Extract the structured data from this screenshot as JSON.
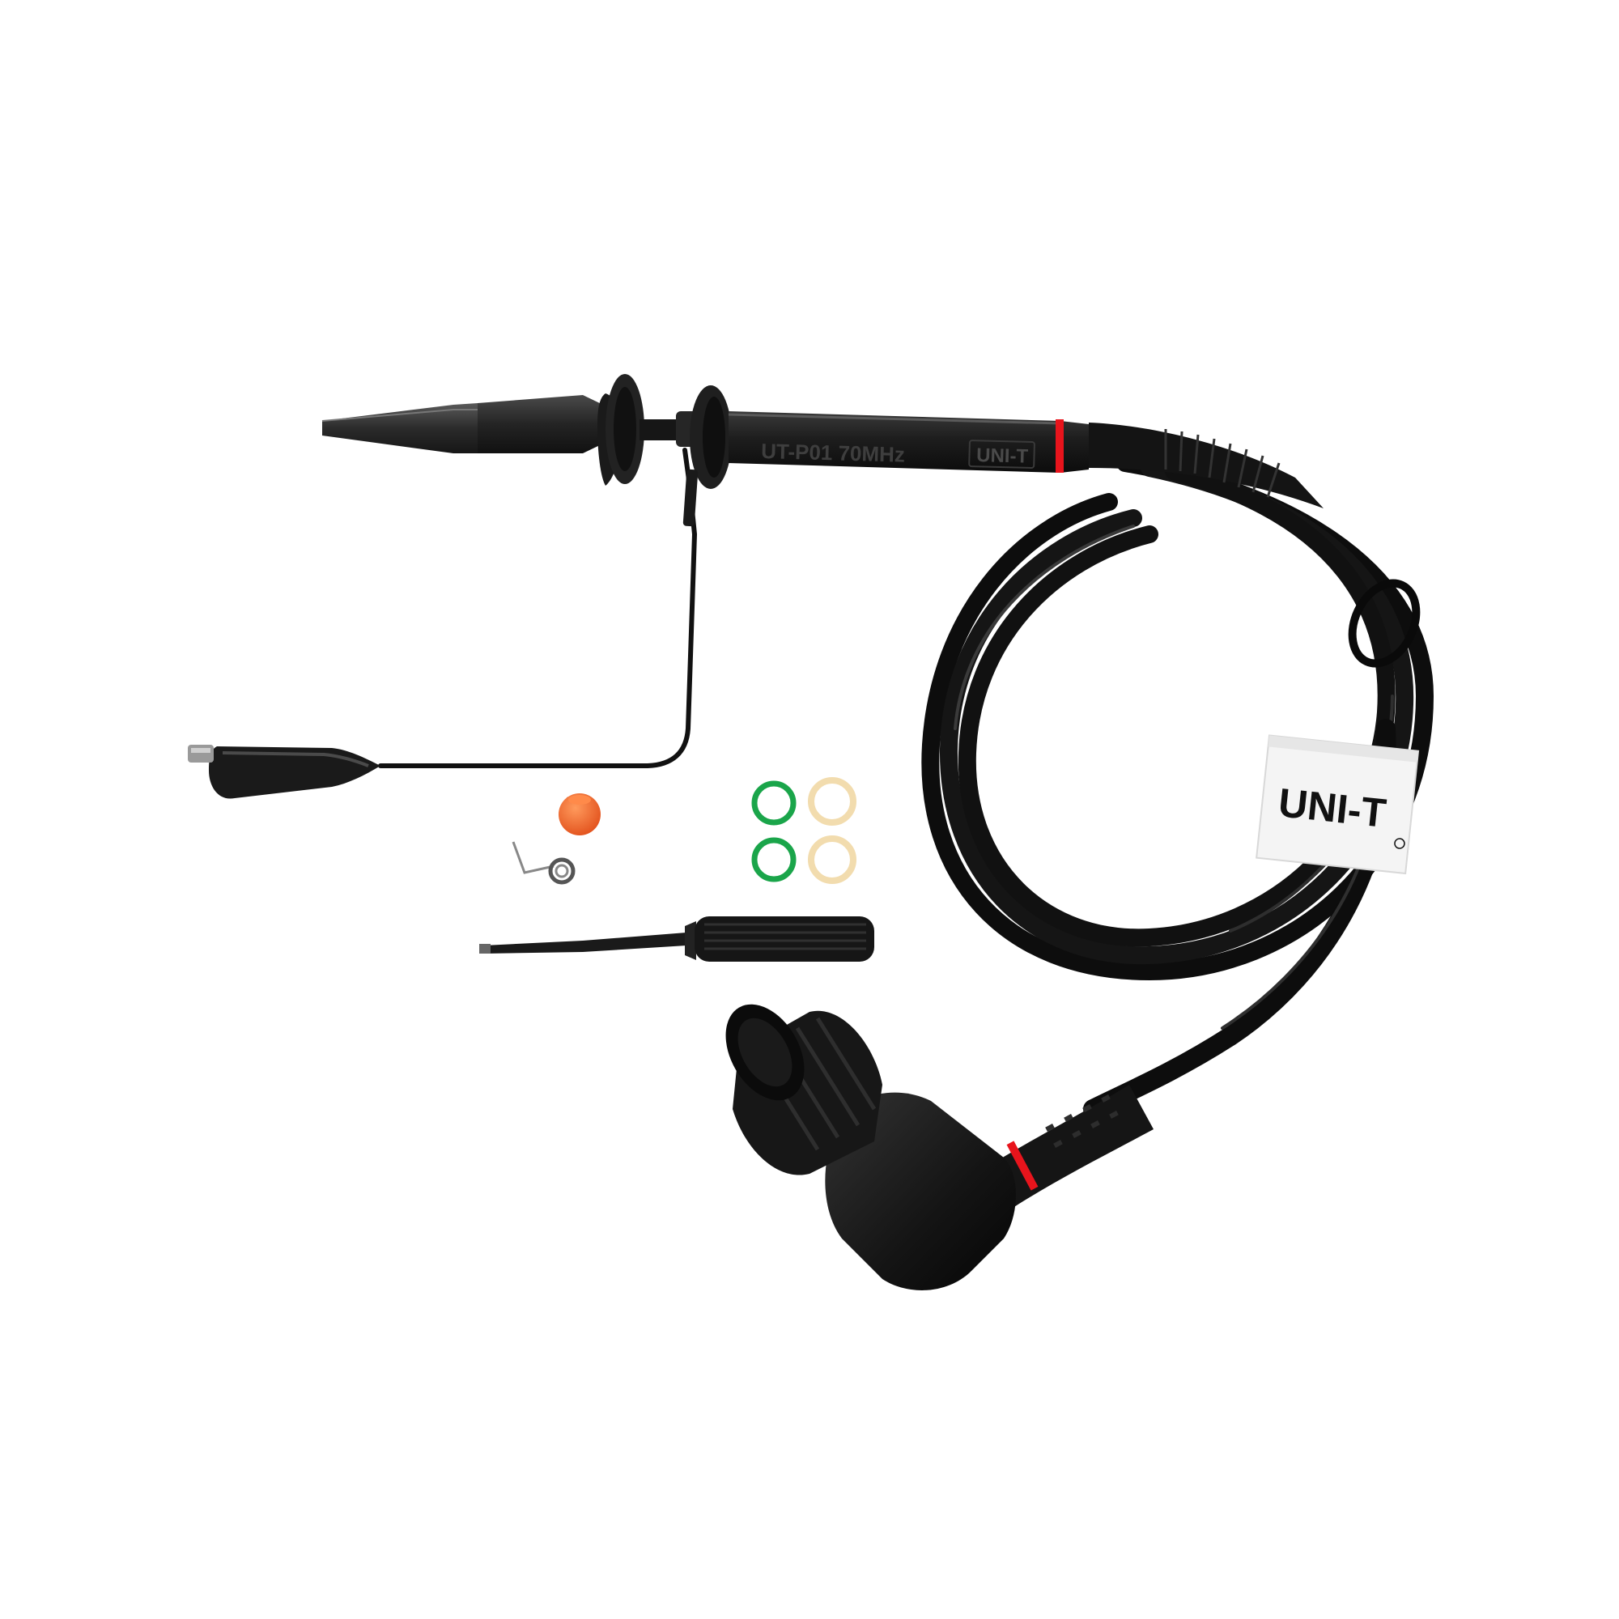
{
  "product": {
    "brand": "UNI-T",
    "cable_tag_text": "UNI-T",
    "probe_barrel_marking": "UNI-T",
    "probe_barrel_spec": "UT-P01 70MHz"
  },
  "colors": {
    "background": "#ffffff",
    "probe_body": "#1c1c1c",
    "cable": "#0d0d0d",
    "accent_ring": "#e8141c",
    "spare_tip_cap": "#f26a2e",
    "ring_green": "#1aa54a",
    "ring_cream": "#f2dcae",
    "tag": "#f4f4f4"
  },
  "accessories": [
    {
      "name": "ground-lead-with-alligator-clip"
    },
    {
      "name": "spare-insulating-tip-cap"
    },
    {
      "name": "ground-spring"
    },
    {
      "name": "color-coding-rings-green"
    },
    {
      "name": "color-coding-rings-cream"
    },
    {
      "name": "adjustment-tool"
    }
  ]
}
